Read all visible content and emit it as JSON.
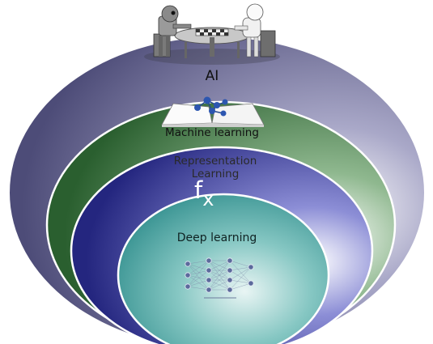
{
  "layers": {
    "ai": {
      "label": "AI"
    },
    "machine_learning": {
      "label": "Machine learning"
    },
    "representation_learning": {
      "label_line1": "Representation",
      "label_line2": "Learning",
      "symbol_base": "f",
      "symbol_sub": "x"
    },
    "deep_learning": {
      "label": "Deep learning"
    }
  },
  "colors": {
    "ai": "#4d4c78",
    "machine_learning": "#2f6b34",
    "representation_learning": "#2c2e8e",
    "deep_learning": "#3f9e9e",
    "ring_stroke": "#ffffff"
  },
  "icons": {
    "top": "robot-and-person-playing-chess-icon",
    "book": "open-book-with-molecule-icon",
    "network": "neural-network-icon"
  }
}
